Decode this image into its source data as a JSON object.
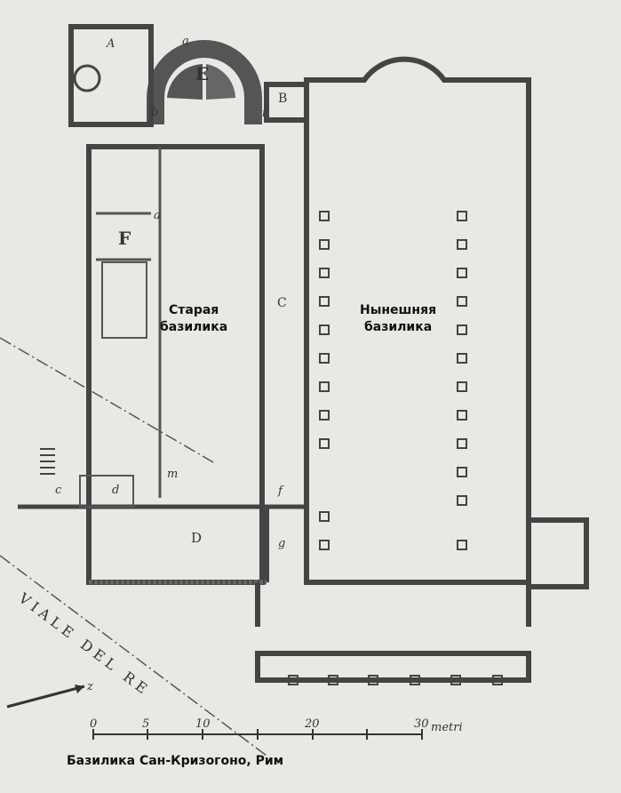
{
  "caption": "Базилика Сан-Кризогоно, Рим",
  "labels": {
    "old_line1": "Старая",
    "old_line2": "базилика",
    "new_line1": "Нынешняя",
    "new_line2": "базилика"
  },
  "plan": {
    "street": "VIALE DEL RE",
    "compass_letter": "z",
    "letters": {
      "A": "A",
      "a1": "a",
      "E": "E",
      "b": "b",
      "B": "B",
      "i": "i",
      "a2": "a",
      "F": "F",
      "C": "C",
      "m": "m",
      "c": "c",
      "d": "d",
      "f": "f",
      "D": "D",
      "g": "g"
    }
  },
  "scale": {
    "ticks": [
      "0",
      "5",
      "10",
      "20",
      "30"
    ],
    "unit": "metri"
  }
}
